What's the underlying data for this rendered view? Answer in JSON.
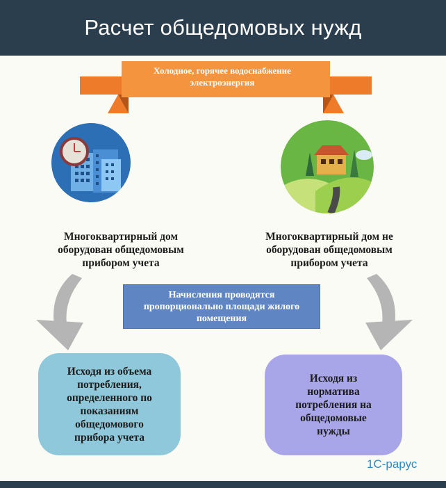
{
  "header": {
    "title": "Расчет общедомовых нужд"
  },
  "ribbon": {
    "line1": "Холодное, горячее водоснабжение",
    "line2": "электроэнергия",
    "color": "#f08a3a"
  },
  "left_branch": {
    "icon": "apartment-building-clock-icon",
    "caption": [
      "Многоквартирный дом",
      "оборудован общедомовым",
      "прибором учета"
    ],
    "result": [
      "Исходя из объема",
      "потребления,",
      "определенного по",
      "показаниям",
      "общедомового",
      "прибора учета"
    ]
  },
  "right_branch": {
    "icon": "house-landscape-icon",
    "caption": [
      "Многоквартирный дом не",
      "оборудован общедомовым",
      "прибором учета"
    ],
    "result": [
      "Исходя из",
      "норматива",
      "потребления на",
      "общедомовые",
      "нужды"
    ]
  },
  "middle": {
    "lines": [
      "Начисления проводятся",
      "пропорционально площади жилого",
      "помещения"
    ]
  },
  "logo": {
    "text": "1С-рарус"
  },
  "colors": {
    "header_bg": "#2b3e4d",
    "left_circle": "#2d6fb5",
    "right_circle": "#6ab645",
    "middle_box": "#5f86c2",
    "left_box": "#8fc8da",
    "right_box": "#a8a5e8",
    "arrows": "#b5b5b5"
  }
}
